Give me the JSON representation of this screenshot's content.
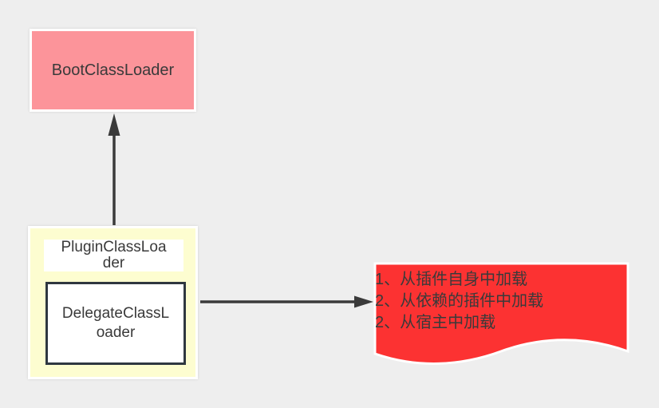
{
  "diagram": {
    "background": "#eeeeee",
    "text_color": "#3a3a3a",
    "arrow_color": "#3a3a3a",
    "nodes": {
      "boot_class_loader": {
        "label": "BootClassLoader",
        "fill": "#fc949a",
        "border": "#ffffff"
      },
      "plugin_class_loader": {
        "label": "PluginClassLoader",
        "fill": "#fdfdd0",
        "border": "#ffffff",
        "title_background": "#ffffff"
      },
      "delegate_class_loader": {
        "label": "DelegateClassLoader",
        "fill": "#ffffff",
        "border": "#2f3740"
      },
      "load_order_note": {
        "shape": "document",
        "fill": "#fc3232",
        "border": "#ffffff",
        "lines": [
          "1、从插件自身中加载",
          "2、从依赖的插件中加载",
          "2、从宿主中加载"
        ]
      }
    },
    "edges": [
      {
        "from": "plugin_class_loader",
        "to": "boot_class_loader",
        "direction": "up",
        "style": "solid-arrow"
      },
      {
        "from": "delegate_class_loader",
        "to": "load_order_note",
        "direction": "right",
        "style": "solid-arrow"
      }
    ]
  }
}
